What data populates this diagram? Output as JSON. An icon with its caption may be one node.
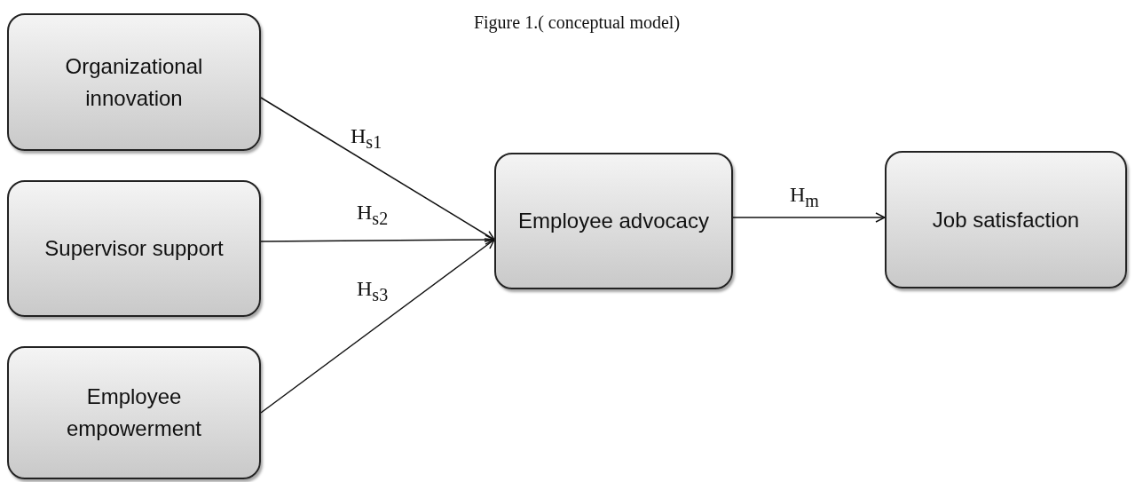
{
  "diagram": {
    "title": "Figure 1.( conceptual model)",
    "nodes": [
      {
        "text": [
          "Organizational innovation"
        ]
      },
      {
        "text": [
          "Supervisor support"
        ]
      },
      {
        "text": [
          "Employee empowerment"
        ]
      },
      {
        "text": [
          "Employee advocacy"
        ]
      },
      {
        "text": [
          "Job satisfaction"
        ]
      }
    ],
    "edges": [
      {
        "from": 0,
        "to": 3,
        "arrow": "to",
        "label": "H$_{s1}$"
      },
      {
        "from": 1,
        "to": 3,
        "arrow": "to",
        "label": "H$_{s2}$"
      },
      {
        "from": 2,
        "to": 3,
        "arrow": "to",
        "label": "H$_{s3}$"
      },
      {
        "from": 3,
        "to": 4,
        "arrow": "to",
        "label": "H$_{m}$"
      }
    ]
  }
}
